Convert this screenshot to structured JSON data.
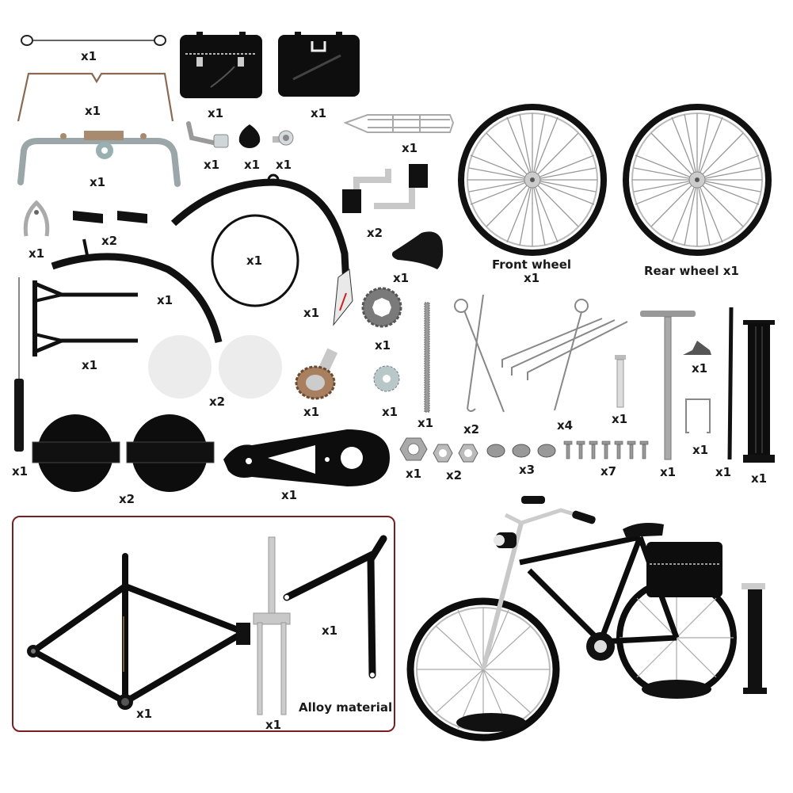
{
  "colors": {
    "background": "#ffffff",
    "label_text": "#1a1a1a",
    "box_border": "#7a1f1f",
    "part_black": "#0d0d0d",
    "part_silver": "#b8b8b8",
    "pad_white": "#ececec"
  },
  "parts": {
    "brake_rod": {
      "qty": "x1",
      "icon": "wire-rod-icon"
    },
    "rear_rack_stay": {
      "qty": "x1",
      "icon": "bent-wire-icon"
    },
    "handlebar": {
      "qty": "x1",
      "icon": "handlebar-icon"
    },
    "saddlebag_front": {
      "qty": "x1",
      "icon": "saddlebag-icon"
    },
    "saddlebag_back": {
      "qty": "x1",
      "icon": "saddlebag-icon"
    },
    "kickstand_lever": {
      "qty": "x1",
      "icon": "lever-icon"
    },
    "bell_cap": {
      "qty": "x1",
      "icon": "bell-cap-icon"
    },
    "nut_bolt": {
      "qty": "x1",
      "icon": "bolt-icon"
    },
    "rear_rack": {
      "qty": "x1",
      "icon": "rack-icon"
    },
    "crank_pedals": {
      "qty": "x2",
      "icon": "pedal-crank-icon"
    },
    "saddle": {
      "qty": "x1",
      "icon": "saddle-icon"
    },
    "front_wheel": {
      "label": "Front wheel",
      "qty": "x1",
      "icon": "wheel-icon"
    },
    "rear_wheel": {
      "label": "Rear wheel x1",
      "icon": "wheel-icon"
    },
    "brake_clamp": {
      "qty": "x1",
      "icon": "clamp-icon"
    },
    "brake_pads": {
      "qty": "x2",
      "icon": "brake-pad-icon"
    },
    "rear_fender": {
      "qty": "x1",
      "icon": "fender-icon"
    },
    "chain_ring": {
      "qty": "x1",
      "icon": "ring-icon"
    },
    "front_fender": {
      "qty": "x1",
      "icon": "fender-icon"
    },
    "sprocket": {
      "qty": "x1",
      "icon": "sprocket-icon"
    },
    "screwdriver": {
      "qty": "x1",
      "icon": "screwdriver-icon"
    },
    "rear_stand": {
      "qty": "x1",
      "icon": "stand-icon"
    },
    "reflector_discs": {
      "qty": "x2",
      "icon": "disc-icon"
    },
    "hub_gear": {
      "qty": "x1",
      "icon": "hub-gear-icon"
    },
    "washer": {
      "qty": "x1",
      "icon": "washer-icon"
    },
    "axle_spring": {
      "qty": "x1",
      "icon": "threaded-rod-icon"
    },
    "stay_wires": {
      "qty": "x2",
      "icon": "stay-wire-icon"
    },
    "rack_wires": {
      "qty": "x4",
      "icon": "rack-wire-icon"
    },
    "pin": {
      "qty": "x1",
      "icon": "pin-icon"
    },
    "seat_post": {
      "qty": "x1",
      "icon": "t-post-icon"
    },
    "clip": {
      "qty": "x1",
      "icon": "clip-icon"
    },
    "bracket_loop": {
      "qty": "x1",
      "icon": "loop-bracket-icon"
    },
    "black_rod": {
      "qty": "x1",
      "icon": "rod-icon"
    },
    "pump": {
      "qty": "x1",
      "icon": "pump-icon"
    },
    "large_nut": {
      "qty": "x1",
      "icon": "hex-nut-icon"
    },
    "small_nuts": {
      "qty": "x2",
      "icon": "hex-nut-icon"
    },
    "round_screws": {
      "qty": "x3",
      "icon": "screw-icon"
    },
    "small_screws": {
      "qty": "x7",
      "icon": "screw-icon"
    },
    "base_plates": {
      "qty": "x2",
      "icon": "base-plate-icon"
    },
    "chain_guard": {
      "qty": "x1",
      "icon": "chain-guard-icon"
    }
  },
  "frame_box": {
    "frame": {
      "qty": "x1",
      "icon": "bike-frame-icon"
    },
    "fork": {
      "qty": "x1",
      "icon": "fork-icon"
    },
    "front_rack_arm": {
      "qty": "x1",
      "icon": "arm-icon"
    },
    "material_label": "Alloy material"
  },
  "assembled_bike": {
    "icon": "assembled-bicycle-icon"
  }
}
